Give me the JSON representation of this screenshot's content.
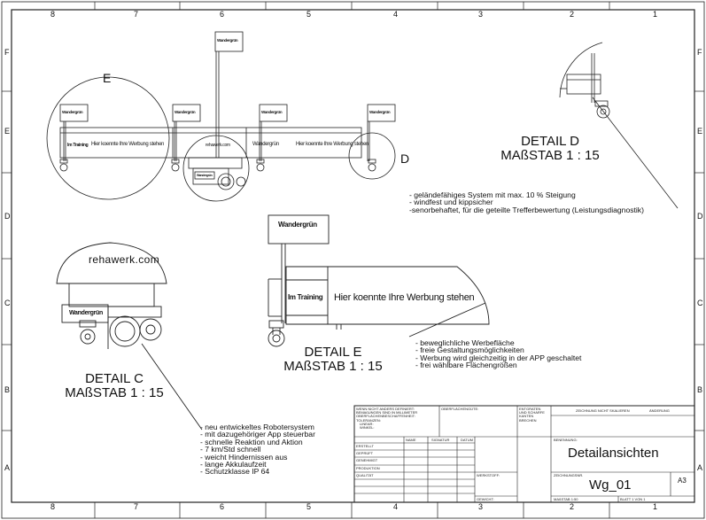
{
  "sheet": {
    "columns_top": [
      "8",
      "7",
      "6",
      "5",
      "4",
      "3",
      "2",
      "1"
    ],
    "columns_bottom": [
      "8",
      "7",
      "6",
      "5",
      "4",
      "3",
      "2",
      "1"
    ],
    "rows": [
      "F",
      "E",
      "D",
      "C",
      "B",
      "A"
    ]
  },
  "callouts": {
    "e": "E",
    "d": "D"
  },
  "detail_d": {
    "line1": "DETAIL D",
    "line2": "MAßSTAB 1 : 15"
  },
  "detail_e": {
    "line1": "DETAIL E",
    "line2": "MAßSTAB 1 : 15"
  },
  "detail_c": {
    "line1": "DETAIL C",
    "line2": "MAßSTAB 1 : 15"
  },
  "notes_top": [
    "- geländefähiges System mit max. 10 % Steigung",
    "- windfest und kippsicher",
    "-senorbehaftet, für die geteilte Trefferbewertung (Leistungsdiagnostik)"
  ],
  "notes_mid": [
    "- beweglichliche Werbefläche",
    "- freie Gestaltungsmöglichkeiten",
    "- Werbung wird gleichzeitig in der APP geschaltet",
    "- frei wählbare Flächengrößen"
  ],
  "notes_bottom": [
    "- neu entwickeltes Robotersystem",
    "- mit dazugehöriger App steuerbar",
    "- schnelle Reaktion und Aktion",
    "- 7 km/Std schnell",
    "- weicht Hindernissen aus",
    "- lange Akkulaufzeit",
    "- Schutzklasse IP 64"
  ],
  "ads": {
    "sign": "Wandergrün",
    "banner_left": "Hier koennte Ihre Werbung stehen",
    "tagline": "Im Training",
    "brand": "rehawerk.com",
    "big_ad": "Hier koennte Ihre Werbung stehen"
  },
  "titleblock": {
    "general_note": [
      "WENN NICHT ANDERS DEFINIERT:",
      "BEMAßUNGEN SIND IN MILLIMETER",
      "OBERFLÄCHENBESCHAFFENHEIT:",
      "TOLERANZEN:",
      "LINEAR:",
      "WINKEL:"
    ],
    "surface": "OBERFLÄCHENGÜTE:",
    "edges": [
      "ENTGRATEN",
      "UND SCHARFE",
      "KANTEN",
      "BRECHEN"
    ],
    "no_scale": "ZEICHNUNG NICHT SKALIEREN",
    "revision": "ÄNDERUNG",
    "col_name": "NAME",
    "col_signature": "SIGNATUR",
    "col_date": "DATUM",
    "rows": [
      "ERSTELLT",
      "GEPRÜFT",
      "GENEHMIGT",
      "PRODUKTION",
      "QUALITÄT"
    ],
    "material": "WERKSTOFF:",
    "weight": "GEWICHT:",
    "name_label": "BENENNUNG:",
    "title": "Detailansichten",
    "drawing_no_label": "ZEICHNUNGSNR.",
    "drawing_no": "Wg_01",
    "format": "A3",
    "scale": "MAßSTAB 1:50",
    "sheet": "BLATT 1 VON 1"
  }
}
